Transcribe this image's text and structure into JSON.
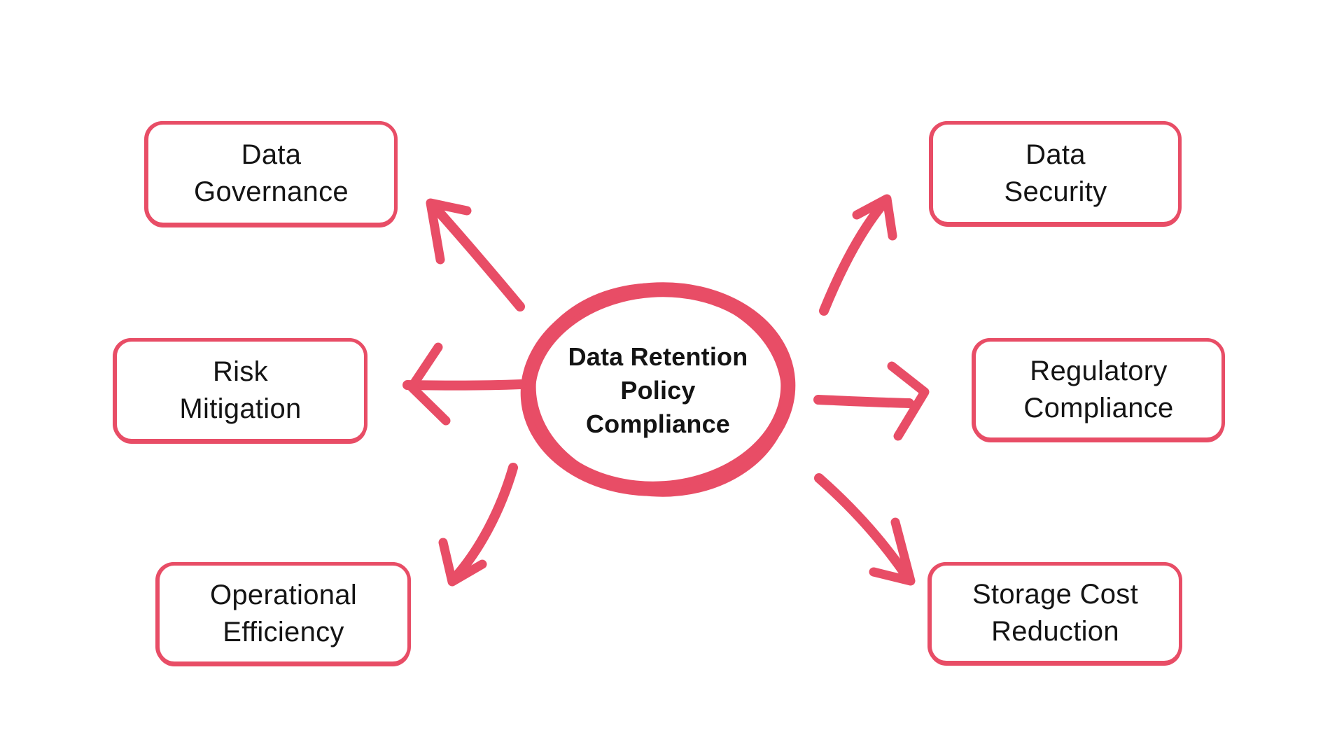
{
  "canvas": {
    "background": "#ffffff",
    "accent": "#e84d66",
    "text_color": "#141414"
  },
  "diagram": {
    "type": "mind-map",
    "center": {
      "id": "data-retention-policy-compliance",
      "lines": [
        "Data Retention",
        "Policy",
        "Compliance"
      ]
    },
    "nodes": [
      {
        "id": "data-governance",
        "side": "left",
        "lines": [
          "Data",
          "Governance"
        ]
      },
      {
        "id": "risk-mitigation",
        "side": "left",
        "lines": [
          "Risk",
          "Mitigation"
        ]
      },
      {
        "id": "operational-efficiency",
        "side": "left",
        "lines": [
          "Operational",
          "Efficiency"
        ]
      },
      {
        "id": "data-security",
        "side": "right",
        "lines": [
          "Data",
          "Security"
        ]
      },
      {
        "id": "regulatory-compliance",
        "side": "right",
        "lines": [
          "Regulatory",
          "Compliance"
        ]
      },
      {
        "id": "storage-cost-reduction",
        "side": "right",
        "lines": [
          "Storage Cost",
          "Reduction"
        ]
      }
    ]
  }
}
